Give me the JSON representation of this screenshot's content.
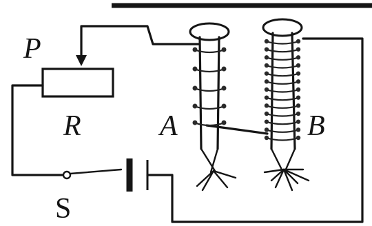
{
  "labels": {
    "slider": "P",
    "resistor": "R",
    "electromagnet_a": "A",
    "electromagnet_b": "B",
    "switch": "S"
  },
  "electromagnets": {
    "a_turns": 5,
    "b_turns": 13
  },
  "colors": {
    "ink": "#151515",
    "background": "#ffffff"
  }
}
